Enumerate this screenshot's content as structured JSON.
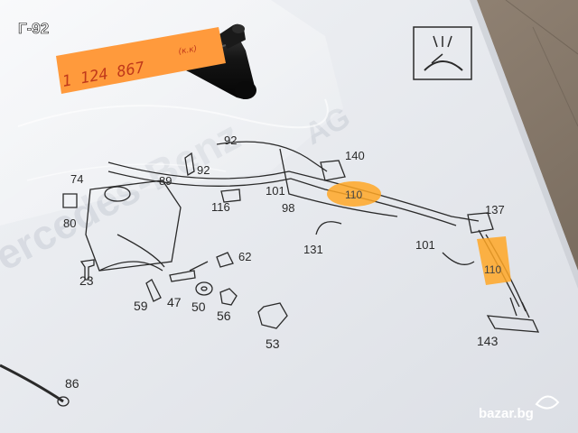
{
  "listing_id": "Г-92",
  "sticker": {
    "number": "1 124 867",
    "suffix": "(к.к)"
  },
  "watermark": {
    "text": "bazar.bg"
  },
  "diagram": {
    "part_labels": [
      "140",
      "92",
      "101",
      "98",
      "116",
      "137",
      "131",
      "101",
      "62",
      "74",
      "89",
      "92",
      "80",
      "86",
      "23",
      "59",
      "47",
      "50",
      "56",
      "53",
      "143"
    ],
    "highlighted_labels": [
      "110",
      "110"
    ]
  },
  "colors": {
    "paper": "#eceef2",
    "highlight": "#ffa726",
    "sticker": "#ff9a3c",
    "ink": "#2a2a2a"
  }
}
